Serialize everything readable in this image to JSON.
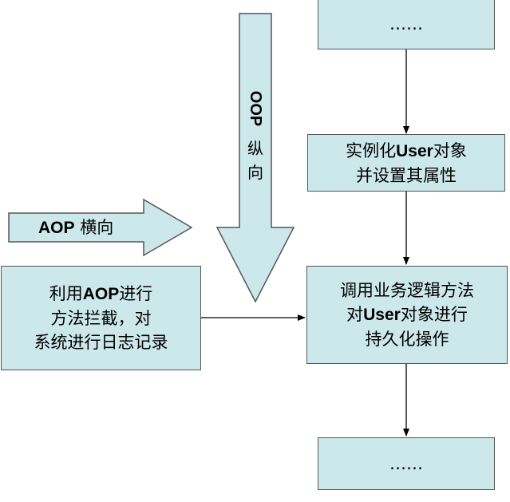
{
  "boxes": {
    "top_ellipsis": "……",
    "instantiate": {
      "l1a": "实例化",
      "l1b": "User",
      "l1c": "对象",
      "l2": "并设置其属性"
    },
    "persist": {
      "l1": "调用业务逻辑方法",
      "l2a": "对",
      "l2b": "User",
      "l2c": "对象进行",
      "l3": "持久化操作"
    },
    "aop_intercept": {
      "l1a": "利用",
      "l1b": "AOP",
      "l1c": "进行",
      "l2": "方法拦截，对",
      "l3": "系统进行日志记录"
    },
    "bottom_ellipsis": "……"
  },
  "arrows": {
    "aop_horizontal": {
      "a": "AOP",
      "b": " 横向"
    },
    "oop_vertical": {
      "a": "OOP",
      "b": "纵向"
    }
  },
  "colors": {
    "box_fill": "#cce8ea",
    "border": "#555555",
    "line": "#000000"
  }
}
